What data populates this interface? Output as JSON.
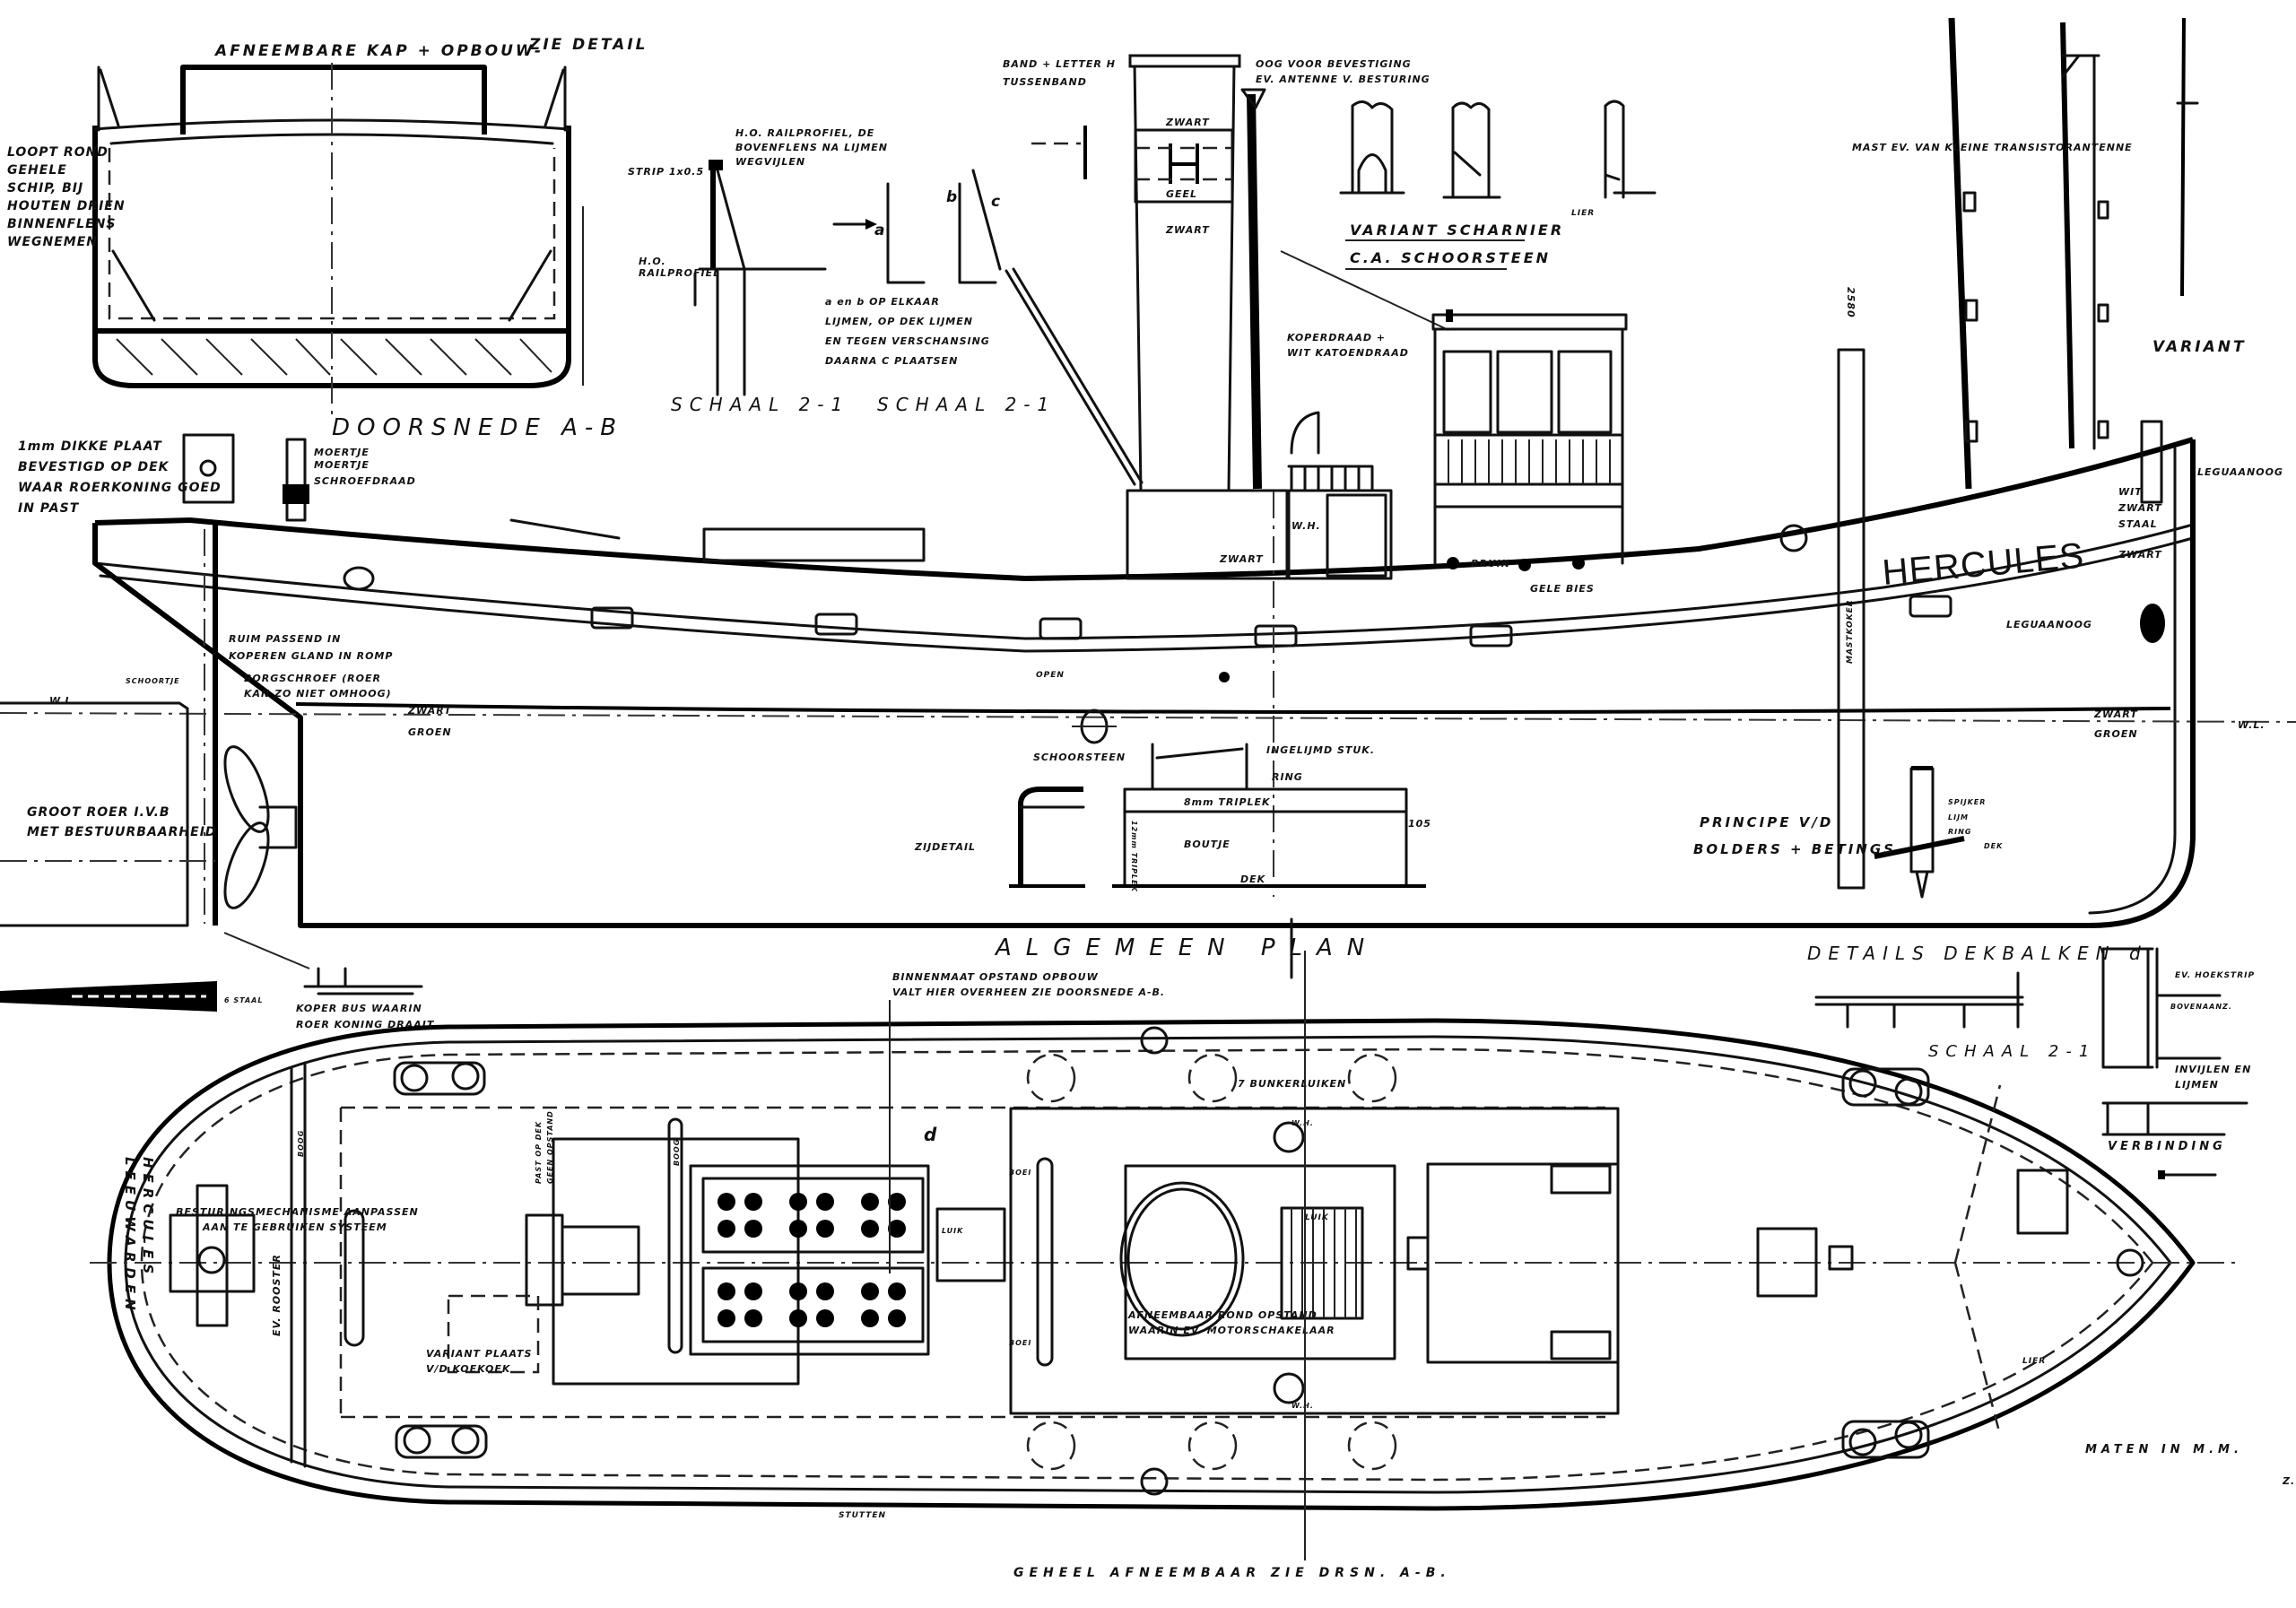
{
  "section": {
    "kap": "AFNEEMBARE KAP + OPBOUW-",
    "zie_detail": "ZIE DETAIL",
    "loopt": [
      "LOOPT ROND",
      "GEHELE",
      "SCHIP, BIJ",
      "HOUTEN DRIEN",
      "BINNENFLENS",
      "WEGNEMEN"
    ],
    "title": "DOORSNEDE A-B"
  },
  "rail": {
    "strip": "STRIP 1x0.5",
    "profiel": [
      "H.O. RAILPROFIEL, DE",
      "BOVENFLENS NA LIJMEN",
      "WEGVIJLEN"
    ],
    "profiel2": [
      "H.O.",
      "RAILPROFIEL"
    ],
    "a": "a",
    "b": "b",
    "c": "c",
    "ab_note": [
      "a en b OP ELKAAR",
      "LIJMEN, OP DEK LIJMEN",
      "EN TEGEN VERSCHANSING",
      "DAARNA C PLAATSEN"
    ],
    "schaal1": "SCHAAL 2-1",
    "schaal2": "SCHAAL 2-1"
  },
  "funnel": {
    "band": [
      "BAND + LETTER H",
      "TUSSENBAND"
    ],
    "oog": [
      "OOG VOOR BEVESTIGING",
      "EV. ANTENNE V. BESTURING"
    ],
    "zwart1": "ZWART",
    "geel": "GEEL",
    "zwart2": "ZWART",
    "letter": "H",
    "variant": [
      "VARIANT SCHARNIER",
      "C.A. SCHOORSTEEN"
    ],
    "lier": "LIER",
    "koperdraad": [
      "KOPERDRAAD +",
      "WIT KATOENDRAAD"
    ]
  },
  "masts": {
    "note": "MAST EV. VAN KLEINE TRANSISTORANTENNE",
    "variant": "VARIANT",
    "dim": "2580"
  },
  "profile": {
    "plaat": [
      "1mm DIKKE PLAAT",
      "BEVESTIGD OP DEK",
      "WAAR ROERKONING GOED",
      "IN PAST"
    ],
    "moertje": [
      "MOERTJE",
      "MOERTJE",
      "SCHROEFDRAAD"
    ],
    "ruim": [
      "RUIM PASSEND IN",
      "KOPEREN GLAND IN ROMP"
    ],
    "schoortje": "SCHOORTJE",
    "borg": [
      "BORGSCHROEF (ROER",
      "KAN ZO NIET OMHOOG)"
    ],
    "wl": "W.L.",
    "zwart": "ZWART",
    "groen": "GROEN",
    "roer": [
      "GROOT ROER I.V.B",
      "MET BESTUURBAARHEID"
    ],
    "open": "OPEN",
    "zwart_casing": "ZWART",
    "bruin": "BRUIN",
    "gele_bies": "GELE BIES",
    "wh": "W.H.",
    "name": "HERCULES",
    "leguaanoog1": "LEGUAANOOG",
    "leguaanoog2": "LEGUAANOOG",
    "wit": "WIT",
    "zwart_bow": "ZWART",
    "staal": "STAAL",
    "zwart_bow2": "ZWART",
    "zwart_wl": "ZWART",
    "groen_wl": "GROEN",
    "wl_bow": "W.L.",
    "mastkoker": "MASTKOKER"
  },
  "zijdetail": {
    "schoorsteen": "SCHOORSTEEN",
    "ingelijmd": "INGELIJMD STUK.",
    "ring": "RING",
    "triplek": "8mm TRIPLEK",
    "boutje": "BOUTJE",
    "dek": "DEK",
    "zijdetail": "ZIJDETAIL",
    "triplek_v": "12mm TRIPLEK",
    "dim": "105"
  },
  "bolder": {
    "principe": [
      "PRINCIPE V/D",
      "BOLDERS + BETINGS"
    ],
    "parts": [
      "SPIJKER",
      "LIJM",
      "RING",
      "DEK"
    ]
  },
  "rudder": {
    "staal": "6 STAAL",
    "koper": [
      "KOPER BUS WAARIN",
      "ROER KONING DRAAIT"
    ]
  },
  "plan": {
    "title": "ALGEMEEN PLAN",
    "binnenmaat": [
      "BINNENMAAT OPSTAND OPBOUW",
      "VALT HIER OVERHEEN ZIE DOORSNEDE A-B."
    ],
    "bunker": "7 BUNKERLUIKEN",
    "stern_name": [
      "HERCULES",
      "LEEUWARDEN"
    ],
    "besturing": [
      "BESTURINGSMECHANISME AANPASSEN",
      "AAN TE GEBRUIKEN SYSTEEM"
    ],
    "rooster": "EV. ROOSTER",
    "koekoek": [
      "VARIANT PLAATS",
      "V/D KOEKOEK"
    ],
    "dek_note": [
      "PAST OP DEK",
      "GEEN OPSTAND"
    ],
    "boog1": "BOOG",
    "boog2": "BOOG",
    "luik": "LUIK",
    "boei1": "BOEI",
    "boei2": "BOEI",
    "wh1": "W.H.",
    "wh2": "W.H.",
    "luik_rooster": "LUIK",
    "afneembaar": [
      "AFNEEMBAAR ROND OPSTAND",
      "WAARIN EV. MOTORSCHAKELAAR"
    ],
    "lier": "LIER",
    "stutten": "STUTTEN",
    "geheel": "GEHEEL AFNEEMBAAR ZIE DRSN. A-B.",
    "maten": "MATEN IN M.M.",
    "z": "Z.",
    "d": "d"
  },
  "details": {
    "title": "DETAILS DEKBALKEN d",
    "schaal": "SCHAAL 2-1",
    "hoekstrip": "EV. HOEKSTRIP",
    "bovenaanz": "BOVENAANZ.",
    "invijlen": [
      "INVIJLEN EN",
      "LIJMEN"
    ],
    "verbinding": "VERBINDING"
  }
}
